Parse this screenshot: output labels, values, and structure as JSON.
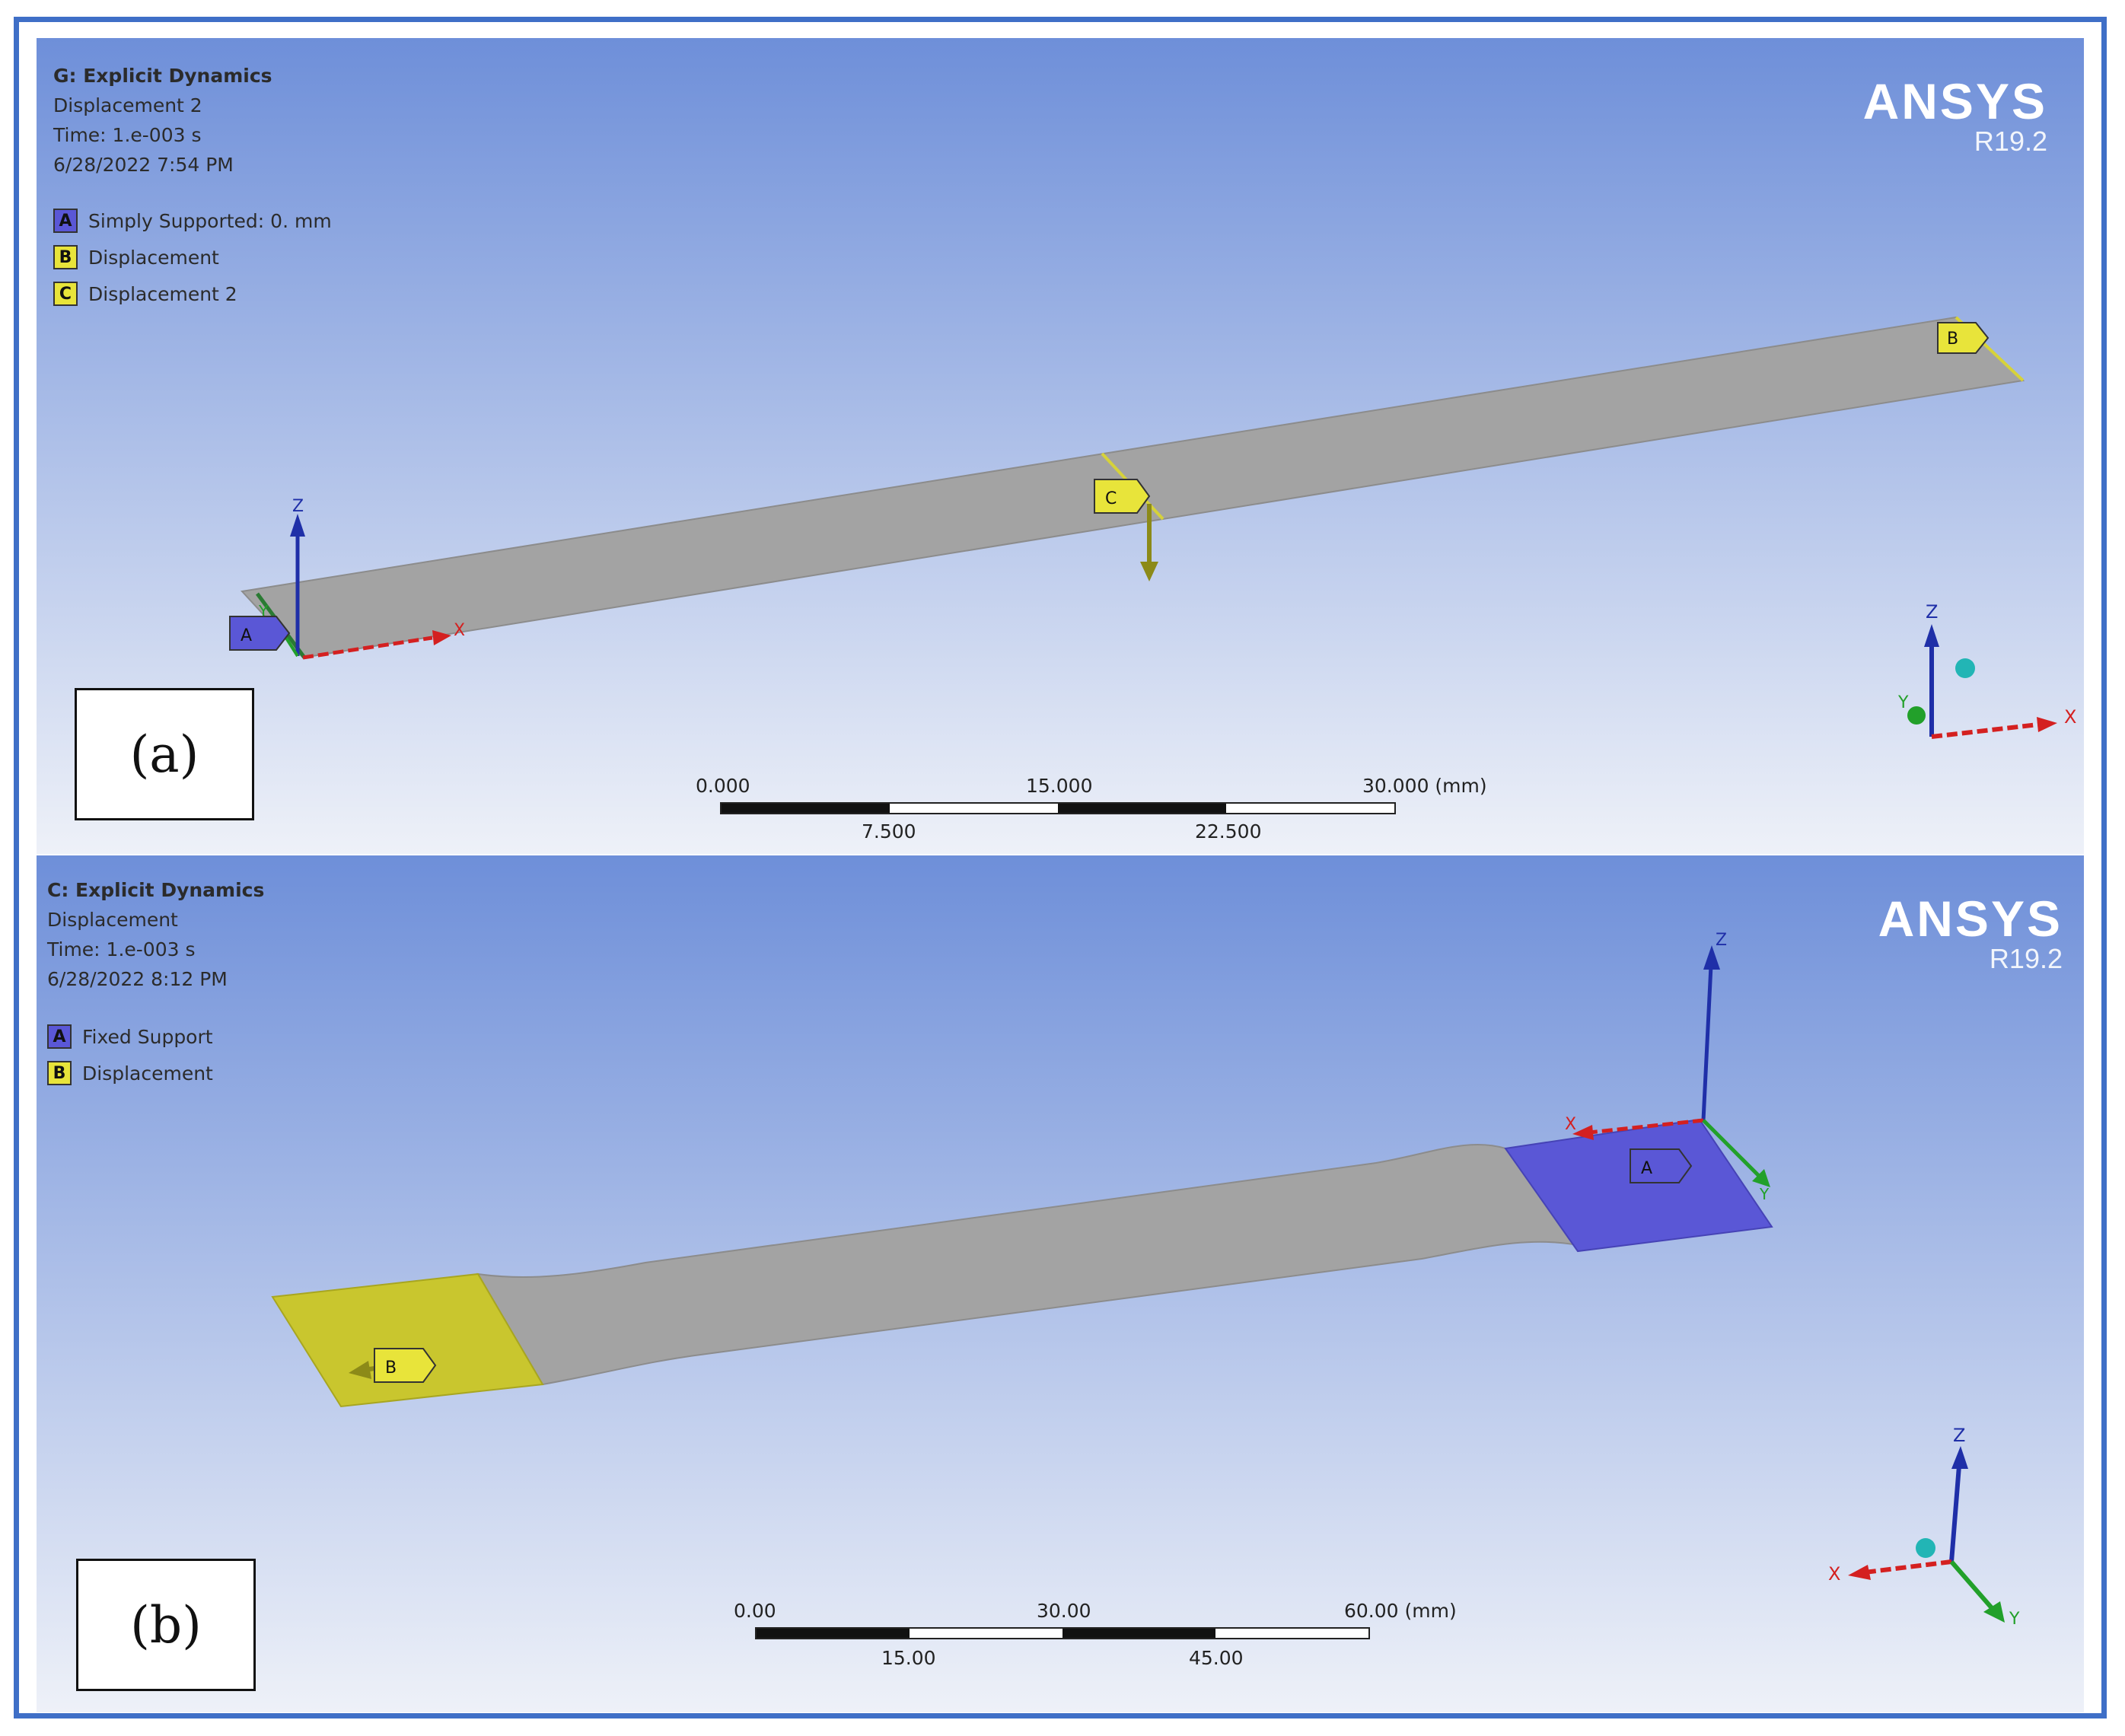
{
  "colors": {
    "frame_border": "#3f6fc7",
    "viewport_top": "#6e8fd9",
    "viewport_bottom": "#eef1f8",
    "specimen_gray": "#a3a3a3",
    "support_blue": "#5a57d6",
    "displacement_yellow": "#d2cf34",
    "axis_x": "#d42020",
    "axis_y": "#22a02a",
    "axis_z": "#1f2fa8",
    "triad_ball": "#22b5b5"
  },
  "panel_a": {
    "analysis_title": "G: Explicit Dynamics",
    "result_name": "Displacement 2",
    "time": "Time: 1.e-003 s",
    "date": "6/28/2022 7:54 PM",
    "legend": [
      {
        "key": "A",
        "label": "Simply Supported: 0. mm",
        "color": "#5a57d6"
      },
      {
        "key": "B",
        "label": "Displacement",
        "color": "#e8e43a"
      },
      {
        "key": "C",
        "label": "Displacement 2",
        "color": "#e8e43a"
      }
    ],
    "brand": "ANSYS",
    "version": "R19.2",
    "figure_label": "(a)",
    "scale_top": [
      "0.000",
      "15.000",
      "30.000 (mm)"
    ],
    "scale_bottom": [
      "7.500",
      "22.500"
    ],
    "tags": [
      "A",
      "B",
      "C"
    ],
    "axis_labels": {
      "x": "X",
      "y": "Y",
      "z": "Z"
    }
  },
  "panel_b": {
    "analysis_title": "C: Explicit Dynamics",
    "result_name": "Displacement",
    "time": "Time: 1.e-003 s",
    "date": "6/28/2022 8:12 PM",
    "legend": [
      {
        "key": "A",
        "label": "Fixed Support",
        "color": "#5a57d6"
      },
      {
        "key": "B",
        "label": "Displacement",
        "color": "#e8e43a"
      }
    ],
    "brand": "ANSYS",
    "version": "R19.2",
    "figure_label": "(b)",
    "scale_top": [
      "0.00",
      "30.00",
      "60.00 (mm)"
    ],
    "scale_bottom": [
      "15.00",
      "45.00"
    ],
    "tags": [
      "A",
      "B"
    ],
    "axis_labels": {
      "x": "X",
      "y": "Y",
      "z": "Z"
    }
  }
}
